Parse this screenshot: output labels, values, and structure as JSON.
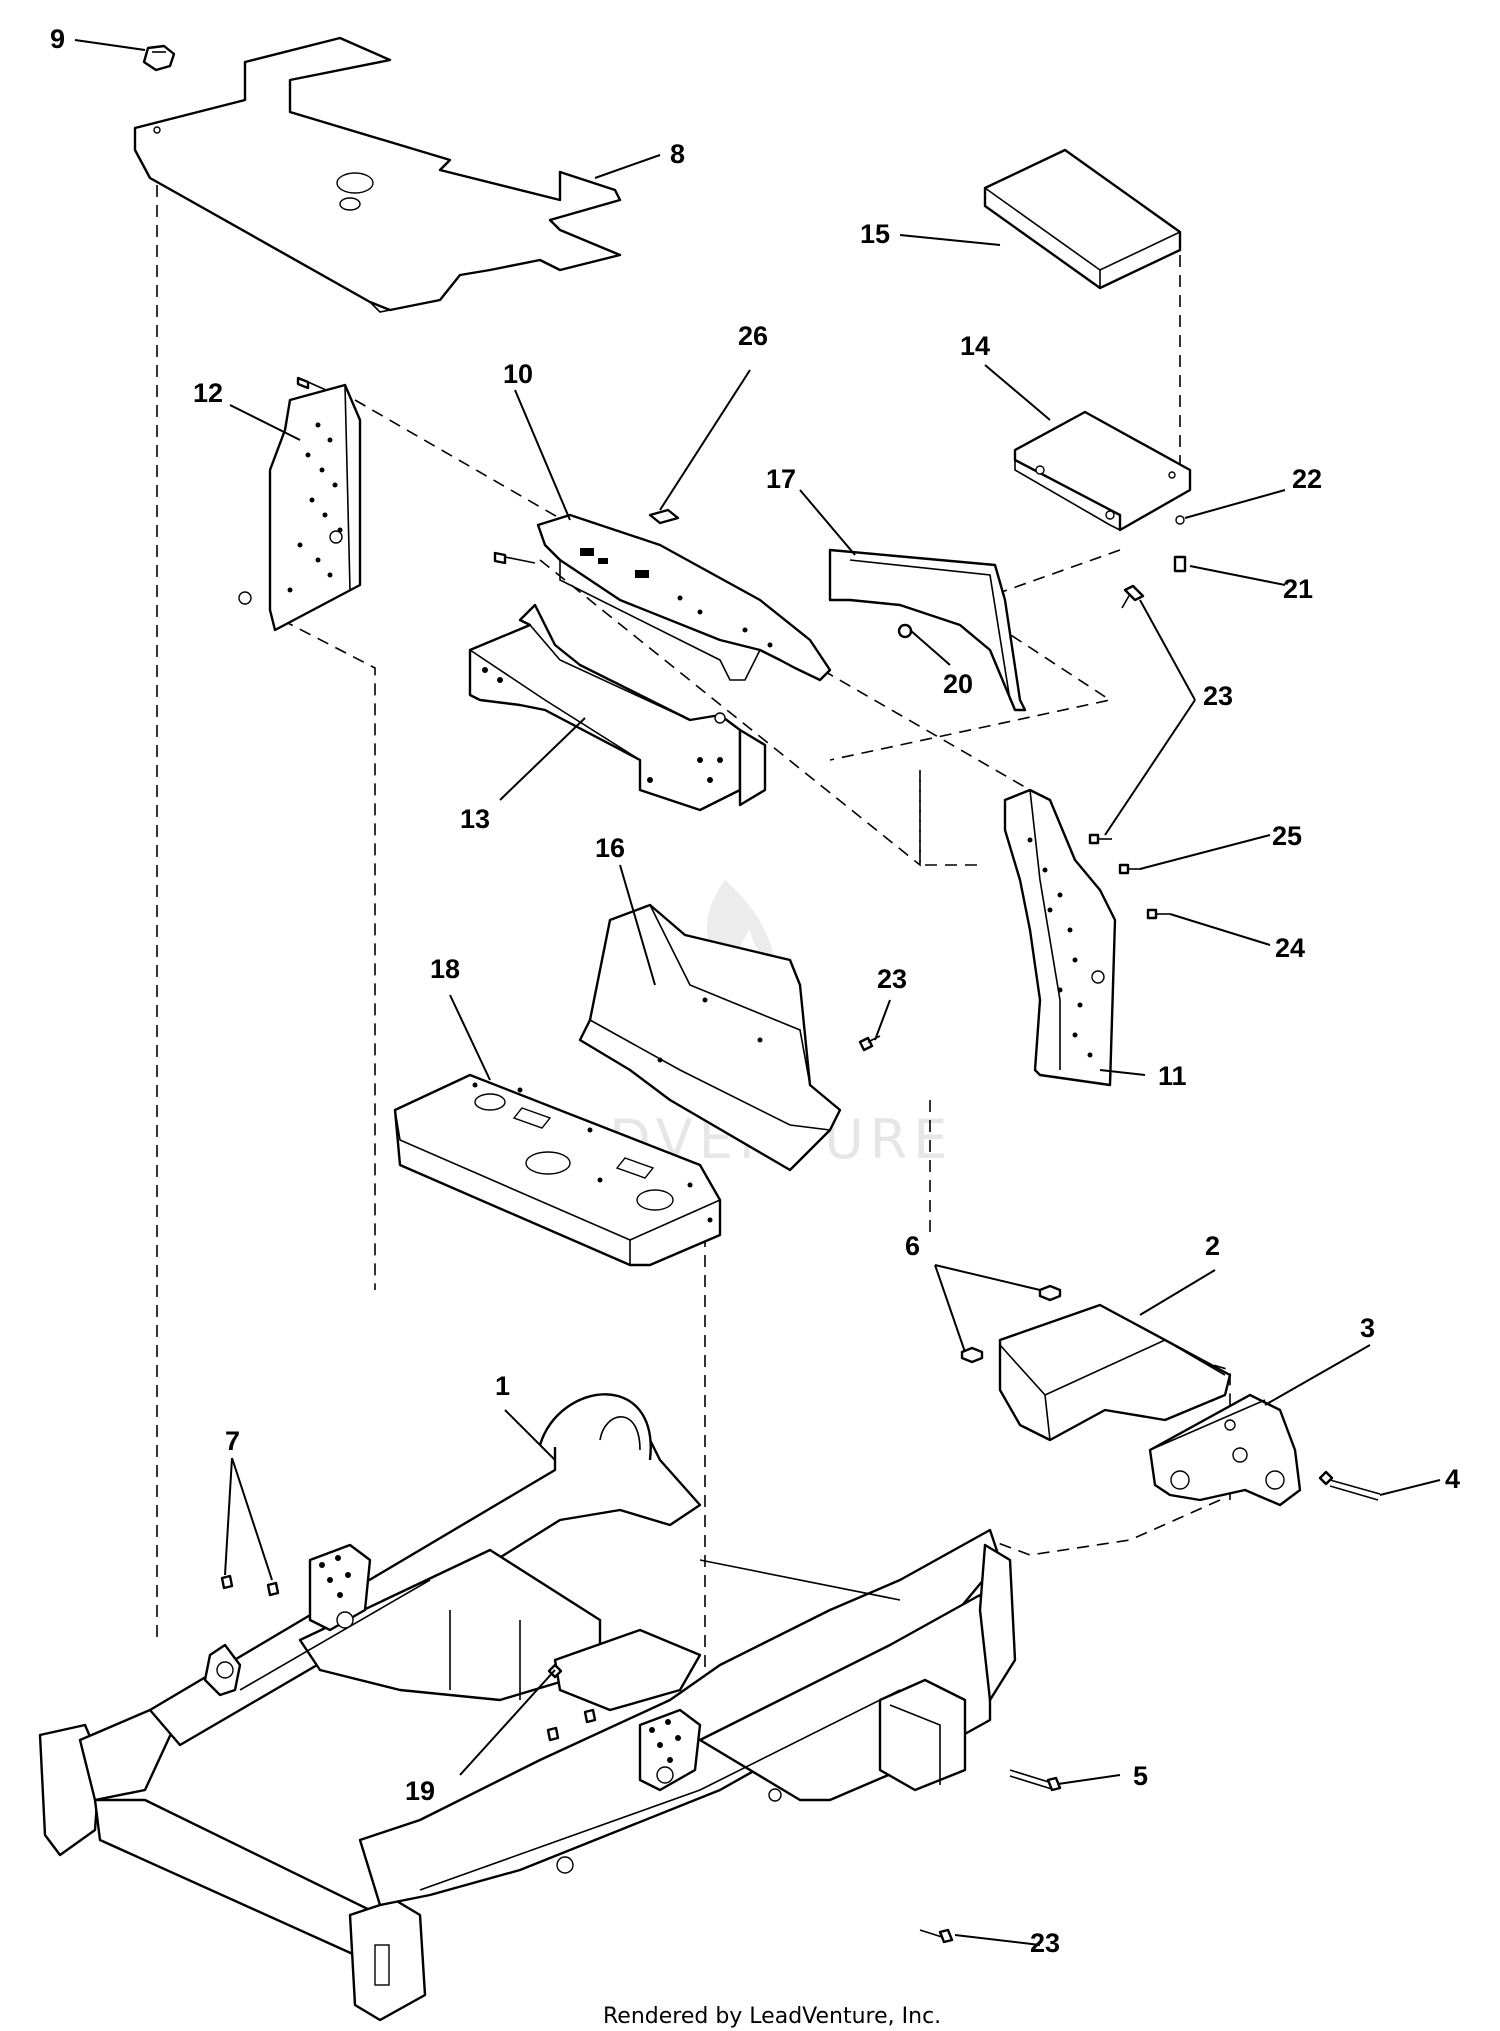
{
  "diagram": {
    "callouts": [
      {
        "id": "c9",
        "label": "9"
      },
      {
        "id": "c8",
        "label": "8"
      },
      {
        "id": "c15",
        "label": "15"
      },
      {
        "id": "c14",
        "label": "14"
      },
      {
        "id": "c26",
        "label": "26"
      },
      {
        "id": "c10",
        "label": "10"
      },
      {
        "id": "c12",
        "label": "12"
      },
      {
        "id": "c17",
        "label": "17"
      },
      {
        "id": "c22",
        "label": "22"
      },
      {
        "id": "c21",
        "label": "21"
      },
      {
        "id": "c20",
        "label": "20"
      },
      {
        "id": "c23a",
        "label": "23"
      },
      {
        "id": "c13",
        "label": "13"
      },
      {
        "id": "c25",
        "label": "25"
      },
      {
        "id": "c16",
        "label": "16"
      },
      {
        "id": "c24",
        "label": "24"
      },
      {
        "id": "c18",
        "label": "18"
      },
      {
        "id": "c23b",
        "label": "23"
      },
      {
        "id": "c11",
        "label": "11"
      },
      {
        "id": "c6",
        "label": "6"
      },
      {
        "id": "c2",
        "label": "2"
      },
      {
        "id": "c3",
        "label": "3"
      },
      {
        "id": "c1",
        "label": "1"
      },
      {
        "id": "c7",
        "label": "7"
      },
      {
        "id": "c4",
        "label": "4"
      },
      {
        "id": "c19",
        "label": "19"
      },
      {
        "id": "c5",
        "label": "5"
      },
      {
        "id": "c23c",
        "label": "23"
      }
    ],
    "watermark": "LEADVENTURE",
    "footer": "Rendered by LeadVenture, Inc."
  },
  "colors": {
    "line": "#000000",
    "background": "#ffffff",
    "watermark": "#e6e6e6"
  }
}
